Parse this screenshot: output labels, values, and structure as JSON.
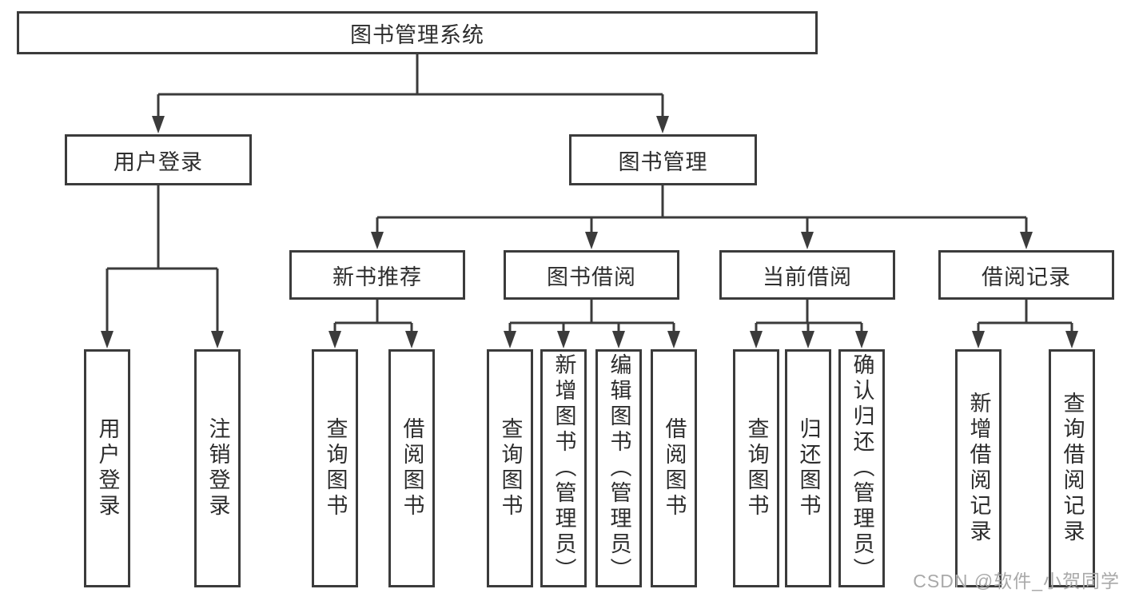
{
  "tree": {
    "root": {
      "label": "图书管理系统",
      "children": [
        {
          "label": "用户登录",
          "children": [
            {
              "label": "用户登录"
            },
            {
              "label": "注销登录"
            }
          ]
        },
        {
          "label": "图书管理",
          "children": [
            {
              "label": "新书推荐",
              "children": [
                {
                  "label": "查询图书"
                },
                {
                  "label": "借阅图书"
                }
              ]
            },
            {
              "label": "图书借阅",
              "children": [
                {
                  "label": "查询图书"
                },
                {
                  "label": "新增图书（管理员）"
                },
                {
                  "label": "编辑图书（管理员）"
                },
                {
                  "label": "借阅图书"
                }
              ]
            },
            {
              "label": "当前借阅",
              "children": [
                {
                  "label": "查询图书"
                },
                {
                  "label": "归还图书"
                },
                {
                  "label": "确认归还（管理员）"
                }
              ]
            },
            {
              "label": "借阅记录",
              "children": [
                {
                  "label": "新增借阅记录"
                },
                {
                  "label": "查询借阅记录"
                }
              ]
            }
          ]
        }
      ]
    }
  },
  "watermark": {
    "text": "CSDN @软件_小贺同学"
  },
  "colors": {
    "line": "#3b3b3b",
    "text": "#2d2d2d",
    "box_background": "#ffffff",
    "watermark": "#a9a9a9",
    "page_background": "#ffffff"
  }
}
